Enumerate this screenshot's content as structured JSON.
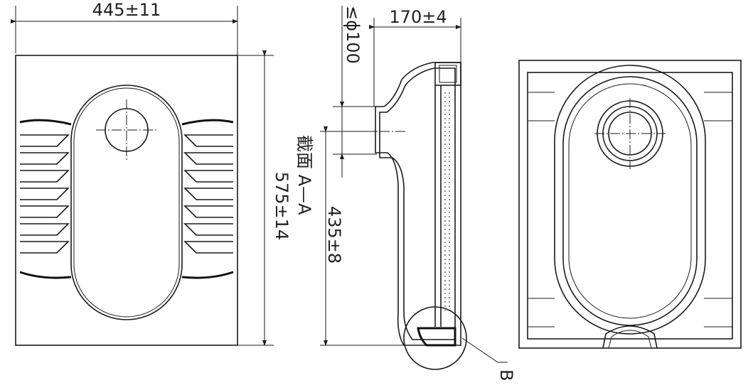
{
  "colors": {
    "ink": "#1a1a1a",
    "paper": "#ffffff"
  },
  "left_view": {
    "width_dim": "445±11",
    "height_dim": "575±14"
  },
  "section_view": {
    "outlet_dim": "≤ϕ100",
    "depth_dim": "170±4",
    "outlet_height_dim": "435±8",
    "section_label": "截面 A—A",
    "detail_label": "B"
  },
  "right_view": {}
}
